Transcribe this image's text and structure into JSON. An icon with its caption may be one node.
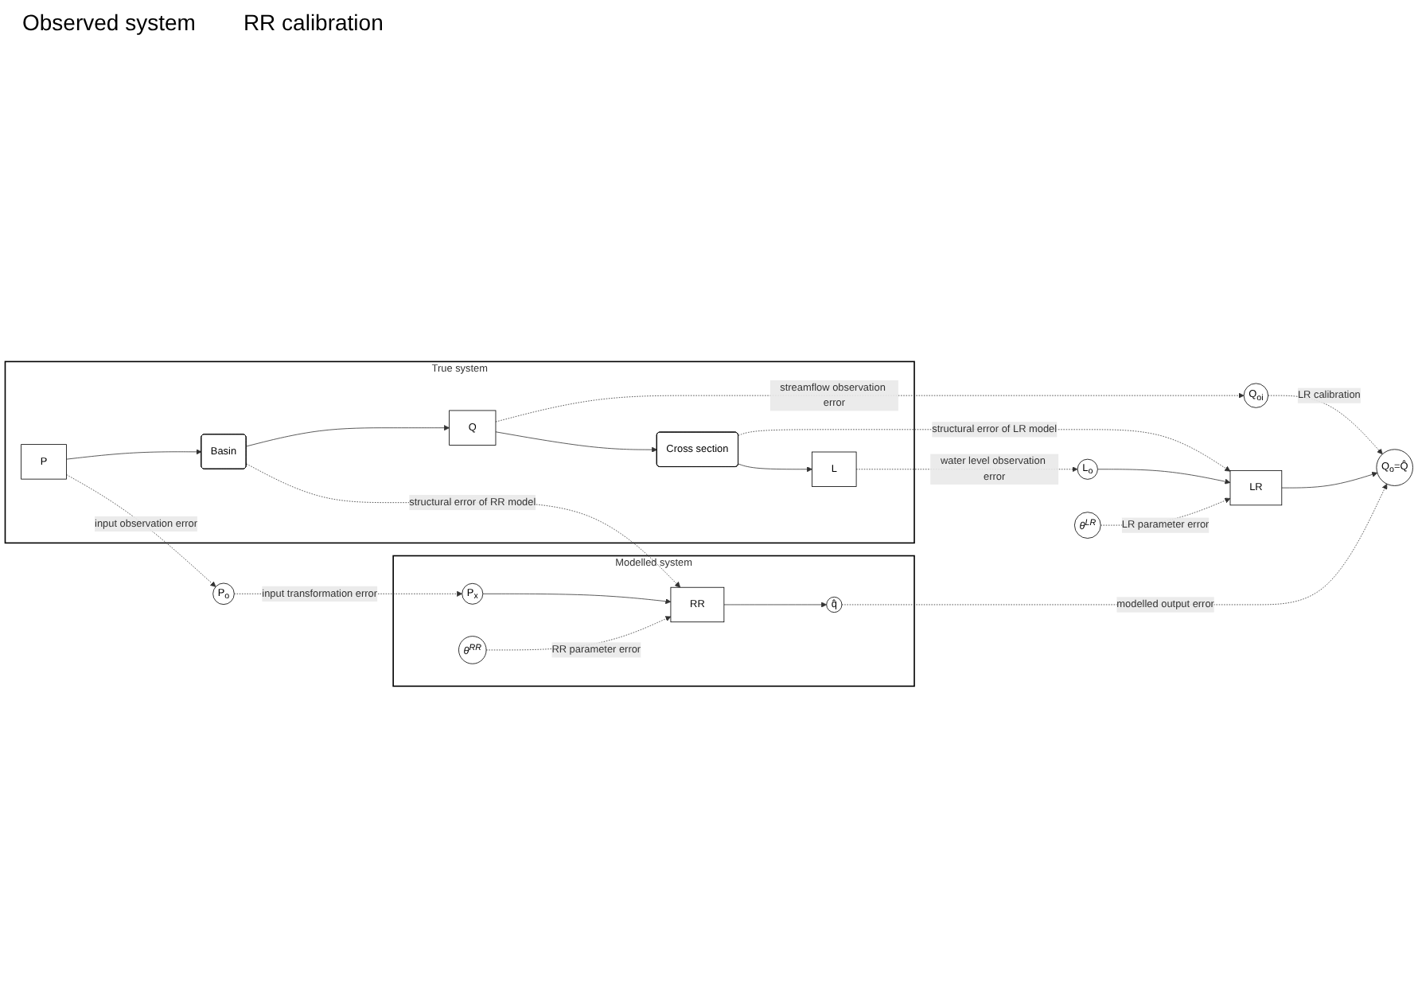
{
  "diagram": {
    "nodes": [
      {
        "text": [
          "True system"
        ]
      },
      {
        "text": [
          "P"
        ],
        "in": 0
      },
      {
        "text": [
          "Basin"
        ],
        "in": 0
      },
      {
        "text": [
          "Q"
        ],
        "in": 0
      },
      {
        "text": [
          "Cross section"
        ],
        "in": 0
      },
      {
        "text": [
          "L"
        ],
        "in": 0
      },
      {
        "text": [
          "Q$_{oi}$"
        ]
      },
      {
        "text": [
          "Q$_{o}$=Q̂"
        ]
      },
      {
        "text": [
          "LR"
        ]
      },
      {
        "text": [
          "L$_{o}$"
        ]
      },
      {
        "text": [
          "P$_{o}$"
        ]
      },
      {
        "text": [
          "θ$^{LR}$"
        ]
      },
      {
        "text": [
          "Modelled system"
        ]
      },
      {
        "text": [
          "P$_{x}$"
        ],
        "in": 12
      },
      {
        "text": [
          "RR"
        ],
        "in": 12
      },
      {
        "text": [
          "q̂"
        ],
        "in": 12
      },
      {
        "text": [
          "θ$^{RR}$"
        ],
        "in": 12
      }
    ],
    "edges": [
      {
        "from": 1,
        "to": 2,
        "arrow": "to"
      },
      {
        "from": 2,
        "to": 3,
        "arrow": "to"
      },
      {
        "from": 3,
        "to": 4,
        "arrow": "to"
      },
      {
        "from": 4,
        "to": 5,
        "arrow": "to"
      },
      {
        "from": 1,
        "to": 10,
        "arrow": "to",
        "style": "dashed",
        "label": "input observation error"
      },
      {
        "from": 2,
        "to": 14,
        "arrow": "to",
        "style": "dashed",
        "label": "structural error of RR model"
      },
      {
        "from": 3,
        "to": 6,
        "arrow": "to",
        "style": "dashed",
        "label": "streamflow observation error"
      },
      {
        "from": 4,
        "to": 8,
        "arrow": "to",
        "style": "dashed",
        "label": "structural error of LR model"
      },
      {
        "from": 5,
        "to": 9,
        "arrow": "to",
        "style": "dashed",
        "label": "water level observation error"
      },
      {
        "from": 6,
        "to": 7,
        "arrow": "to",
        "style": "dashed",
        "label": "LR calibration"
      },
      {
        "from": 9,
        "to": 8,
        "arrow": "to"
      },
      {
        "from": 8,
        "to": 7,
        "arrow": "to"
      },
      {
        "from": 11,
        "to": 8,
        "arrow": "to",
        "style": "dashed",
        "label": "LR parameter error"
      },
      {
        "from": 10,
        "to": 13,
        "arrow": "to",
        "style": "dashed",
        "label": "input transformation error"
      },
      {
        "from": 13,
        "to": 14,
        "arrow": "to"
      },
      {
        "from": 14,
        "to": 15,
        "arrow": "to"
      },
      {
        "from": 15,
        "to": 7,
        "arrow": "to",
        "style": "dashed",
        "label": "modelled output error"
      },
      {
        "from": 16,
        "to": 14,
        "arrow": "to",
        "style": "dashed",
        "label": "RR parameter error"
      }
    ],
    "labels": [
      "Observed system",
      "RR calibration"
    ]
  }
}
